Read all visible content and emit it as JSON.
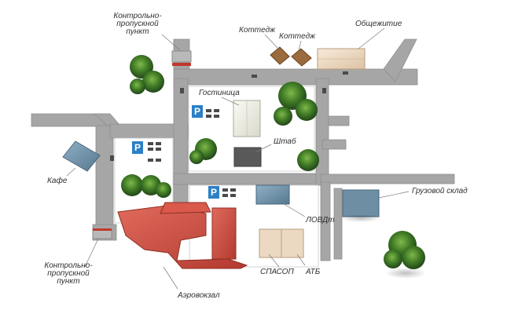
{
  "labels": {
    "checkpoint_top": [
      "Контрольно-",
      "пропускной",
      "пункт"
    ],
    "cottage_1": "Коттедж",
    "cottage_2": "Коттедж",
    "dormitory": "Общежитие",
    "hotel": "Гостиница",
    "hq": "Штаб",
    "cafe": "Кафе",
    "cargo": "Грузовой склад",
    "lovdt": "ЛОВДт",
    "spasop": "СПАСОП",
    "atb": "АТБ",
    "terminal": "Аэровокзал",
    "checkpoint_bottom": [
      "Контрольно-",
      "пропускной",
      "пункт"
    ]
  },
  "parking_sign": "P",
  "icons": {
    "parking": "parking-sign-icon",
    "tree": "tree-icon",
    "car": "car-icon",
    "barrier": "barrier-icon"
  },
  "colors": {
    "road": "#a6a6a6",
    "road_edge": "#8f8f8f",
    "parking_blue": "#2c7fc5",
    "roof_red": "#c8473c",
    "roof_blue_grey": "#6e8ea4",
    "roof_dark": "#595959",
    "roof_beige": "#ecd9c4",
    "roof_brown": "#9b6b3d",
    "tree_green": "#3f7a25"
  }
}
